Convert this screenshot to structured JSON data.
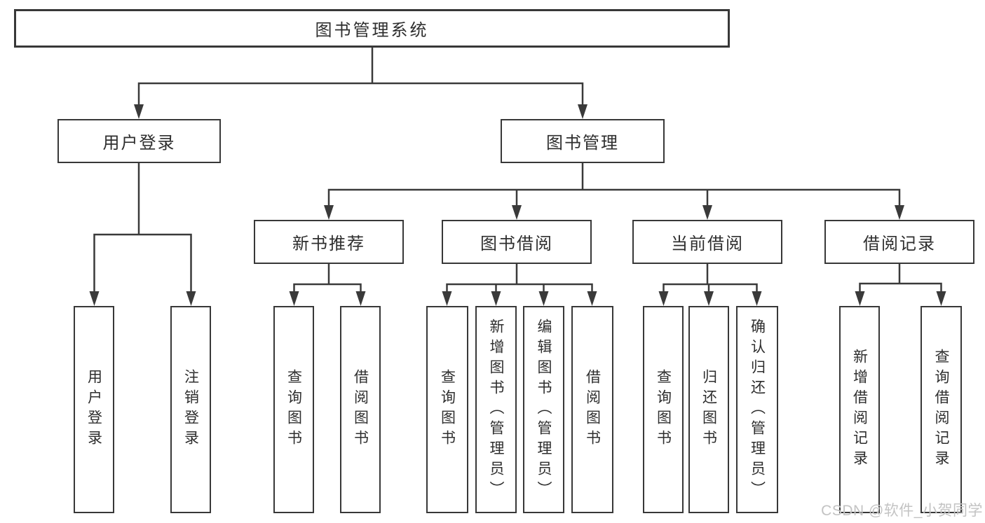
{
  "tree": {
    "root": {
      "label": "图书管理系统",
      "children": [
        {
          "label": "用户登录",
          "children": [
            {
              "label": "用户登录"
            },
            {
              "label": "注销登录"
            }
          ]
        },
        {
          "label": "图书管理",
          "children": [
            {
              "label": "新书推荐",
              "children": [
                {
                  "label": "查询图书"
                },
                {
                  "label": "借阅图书"
                }
              ]
            },
            {
              "label": "图书借阅",
              "children": [
                {
                  "label": "查询图书"
                },
                {
                  "label": "新增图书（管理员）"
                },
                {
                  "label": "编辑图书（管理员）"
                },
                {
                  "label": "借阅图书"
                }
              ]
            },
            {
              "label": "当前借阅",
              "children": [
                {
                  "label": "查询图书"
                },
                {
                  "label": "归还图书"
                },
                {
                  "label": "确认归还（管理员）"
                }
              ]
            },
            {
              "label": "借阅记录",
              "children": [
                {
                  "label": "新增借阅记录"
                },
                {
                  "label": "查询借阅记录"
                }
              ]
            }
          ]
        }
      ]
    }
  },
  "watermark": {
    "text": "CSDN @软件_小贺同学"
  },
  "colors": {
    "line": "#3a3a3a",
    "box_border": "#383838",
    "text": "#2e2e2e",
    "watermark_text": "#c3c3c3",
    "background": "#ffffff"
  }
}
